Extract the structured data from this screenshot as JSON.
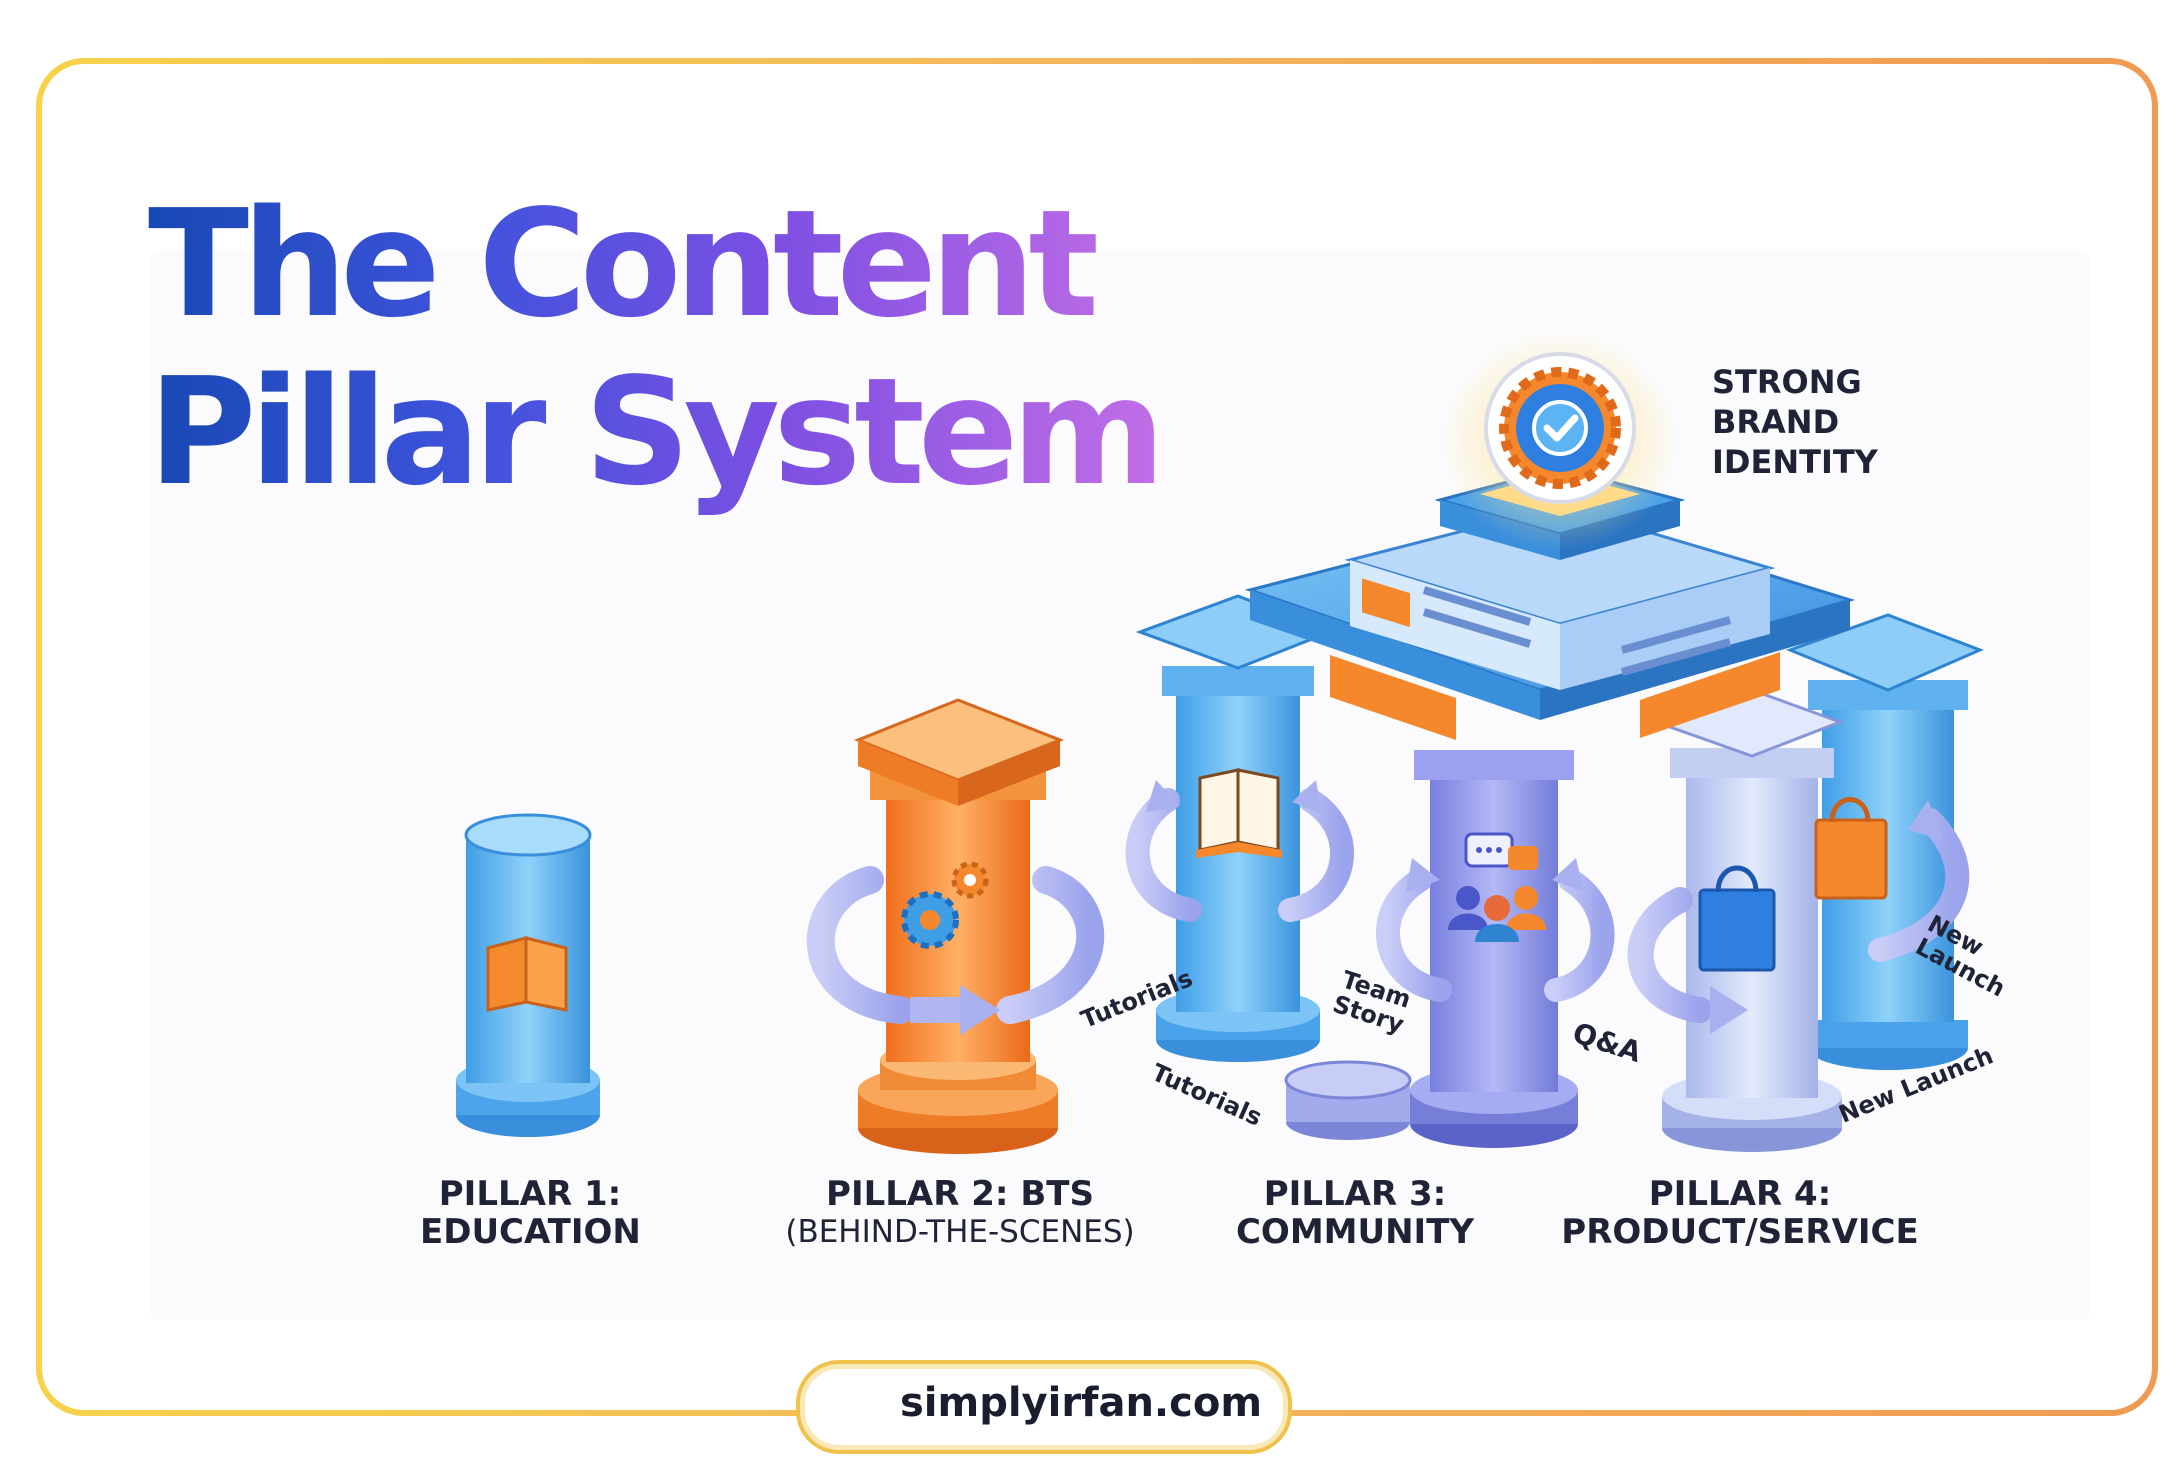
{
  "title": {
    "line1": "The Content",
    "line2": "Pillar System"
  },
  "top_badge": {
    "label_lines": [
      "STRONG",
      "BRAND",
      "IDENTITY"
    ],
    "icon": "checkmark-gear-badge-icon"
  },
  "pillars": [
    {
      "label_lines": [
        "PILLAR 1:",
        "EDUCATION"
      ],
      "icon": "open-book-icon",
      "color": "#5bb4f0"
    },
    {
      "label_lines": [
        "PILLAR 2: BTS",
        "(BEHIND-THE-SCENES)"
      ],
      "icon": "gears-icon",
      "color": "#f5882c"
    },
    {
      "label_lines": [
        "PILLAR 3:",
        "COMMUNITY"
      ],
      "icon": "people-chat-icon",
      "color": "#8c93e8"
    },
    {
      "label_lines": [
        "PILLAR 4:",
        "PRODUCT/SERVICE"
      ],
      "icon": "shopping-bag-icon",
      "color": "#b7c6ef"
    }
  ],
  "tags": {
    "tutorials_1": "Tutorials",
    "tutorials_2": "Tutorials",
    "team_story_lines": [
      "Team",
      "Story"
    ],
    "qa": "Q&A",
    "new_launch_lines": [
      "New",
      "Launch"
    ],
    "new_launch_2": "New Launch"
  },
  "footer": {
    "site": "simplyirfan.com",
    "logo_icon": "s-logo-icon"
  },
  "colors": {
    "blue": "#4aa8ec",
    "orange": "#f5882c",
    "purple": "#8d8fe8",
    "title_start": "#1848b4",
    "title_end": "#c26ee6",
    "frame_gold": "#f7d24a"
  }
}
